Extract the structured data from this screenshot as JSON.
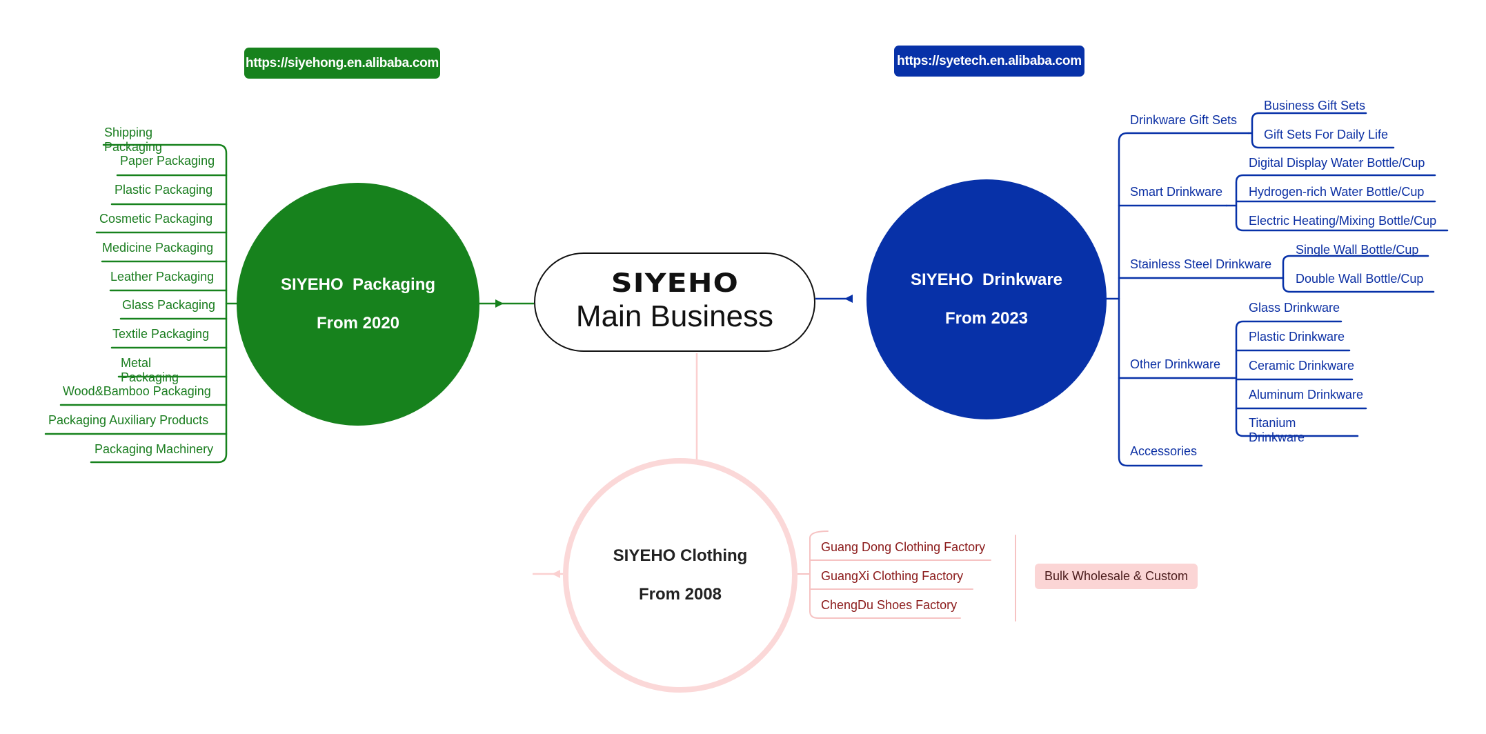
{
  "links": {
    "packaging_url": "https://siyehong.en.alibaba.com",
    "drinkware_url": "https://syetech.en.alibaba.com"
  },
  "center": {
    "logo": "SIYEHO",
    "title": "Main Business"
  },
  "packaging": {
    "name": "SIYEHO  Packaging",
    "since": "From 2020",
    "color": "#17821d",
    "items": [
      "Shipping Packaging",
      "Paper Packaging",
      "Plastic Packaging",
      "Cosmetic Packaging",
      "Medicine Packaging",
      "Leather Packaging",
      "Glass Packaging",
      "Textile  Packaging",
      "Metal Packaging",
      "Wood&Bamboo Packaging",
      "Packaging Auxiliary Products",
      "Packaging Machinery"
    ]
  },
  "drinkware": {
    "name": "SIYEHO  Drinkware",
    "since": "From 2023",
    "color": "#0731a8",
    "categories": [
      {
        "label": "Drinkware Gift Sets",
        "children": [
          "Business Gift Sets",
          "Gift Sets For Daily Life"
        ]
      },
      {
        "label": "Smart Drinkware",
        "children": [
          "Digital Display Water Bottle/Cup",
          "Hydrogen-rich Water Bottle/Cup",
          "Electric Heating/Mixing Bottle/Cup"
        ]
      },
      {
        "label": "Stainless Steel Drinkware",
        "children": [
          "Single Wall Bottle/Cup",
          "Double Wall Bottle/Cup"
        ]
      },
      {
        "label": "Other Drinkware",
        "children": [
          "Glass Drinkware",
          "Plastic Drinkware",
          "Ceramic Drinkware",
          "Aluminum Drinkware",
          "Titanium Drinkware"
        ]
      },
      {
        "label": "Accessories",
        "children": []
      }
    ]
  },
  "clothing": {
    "name": "SIYEHO Clothing",
    "since": "From 2008",
    "color": "#fbd8d8",
    "factories": [
      "Guang Dong Clothing Factory",
      "GuangXi Clothing Factory",
      "ChengDu Shoes Factory"
    ],
    "service": "Bulk Wholesale & Custom"
  }
}
